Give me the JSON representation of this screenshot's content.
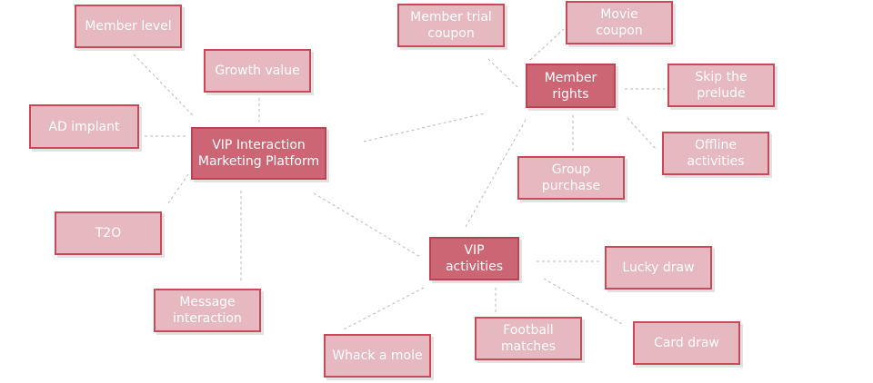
{
  "nodes": {
    "vip_platform": "VIP Interaction\nMarketing Platform",
    "member_level": "Member level",
    "growth_value": "Growth value",
    "ad_implant": "AD implant",
    "t2o": "T2O",
    "message_interaction": "Message\ninteraction",
    "member_rights": "Member\nrights",
    "member_trial_coupon": "Member trial\ncoupon",
    "movie_coupon": "Movie\ncoupon",
    "skip_prelude": "Skip the\nprelude",
    "offline_activities": "Offline\nactivities",
    "group_purchase": "Group purchase",
    "vip_activities": "VIP activities",
    "lucky_draw": "Lucky draw",
    "card_draw": "Card draw",
    "football_matches": "Football\nmatches",
    "whack_a_mole": "Whack a mole"
  },
  "colors": {
    "hub_fill": "#cd6674",
    "leaf_fill": "#e6b8bf",
    "border": "#c84a58",
    "connector": "#b9b9b9",
    "text": "#ffffff"
  }
}
